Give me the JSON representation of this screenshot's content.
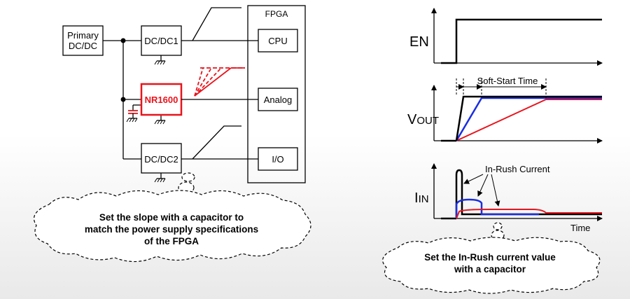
{
  "block_diagram": {
    "primary_label_line1": "Primary",
    "primary_label_line2": "DC/DC",
    "dcdc1_label": "DC/DC1",
    "dcdc2_label": "DC/DC2",
    "nr_label": "NR1600",
    "fpga_label": "FPGA",
    "cpu_label": "CPU",
    "analog_label": "Analog",
    "io_label": "I/O",
    "accent_color": "#e8141c"
  },
  "waveforms": {
    "en_label": "EN",
    "vout_label_main": "V",
    "vout_label_sub": "OUT",
    "iin_label_main": "I",
    "iin_label_sub": "IN",
    "softstart_label": "Soft-Start Time",
    "inrush_label": "In-Rush Current",
    "time_label": "Time",
    "trace_colors": {
      "black": "#000000",
      "blue": "#1a2ee0",
      "red": "#e8141c"
    }
  },
  "callouts": {
    "left_line1": "Set the slope with a capacitor to",
    "left_line2": "match the power supply specifications",
    "left_line3": "of the FPGA",
    "right_line1": "Set the In-Rush current value",
    "right_line2": "with a capacitor"
  }
}
